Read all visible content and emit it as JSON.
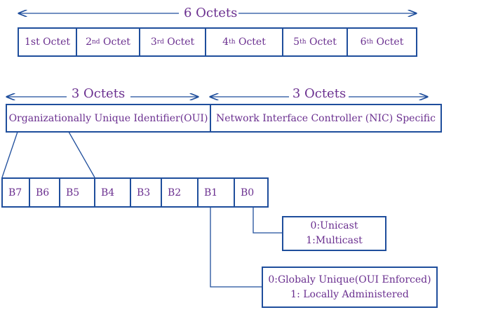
{
  "top_span": {
    "label": "6 Octets"
  },
  "octets": [
    {
      "num": "1st",
      "sup": "",
      "word": "Octet"
    },
    {
      "num": "2",
      "sup": "nd",
      "word": "Octet"
    },
    {
      "num": "3",
      "sup": "rd",
      "word": "Octet"
    },
    {
      "num": "4",
      "sup": "th",
      "word": "Octet"
    },
    {
      "num": "5",
      "sup": "th",
      "word": "Octet"
    },
    {
      "num": "6",
      "sup": "th",
      "word": "Octet"
    }
  ],
  "oui_span": {
    "label": "3 Octets"
  },
  "nic_span": {
    "label": "3 Octets"
  },
  "oui_box": {
    "label": "Organizationally Unique Identifier(OUI)"
  },
  "nic_box": {
    "label": "Network Interface Controller (NIC) Specific"
  },
  "bits": [
    "B7",
    "B6",
    "B5",
    "B4",
    "B3",
    "B2",
    "B1",
    "B0"
  ],
  "b0_box": {
    "line1": "0:Unicast",
    "line2": "1:Multicast"
  },
  "b1_box": {
    "line1": "0:Globaly Unique(OUI Enforced)",
    "line2": "1: Locally Administered"
  },
  "colors": {
    "line": "#1f4e9c",
    "text": "#6a2f8f"
  }
}
